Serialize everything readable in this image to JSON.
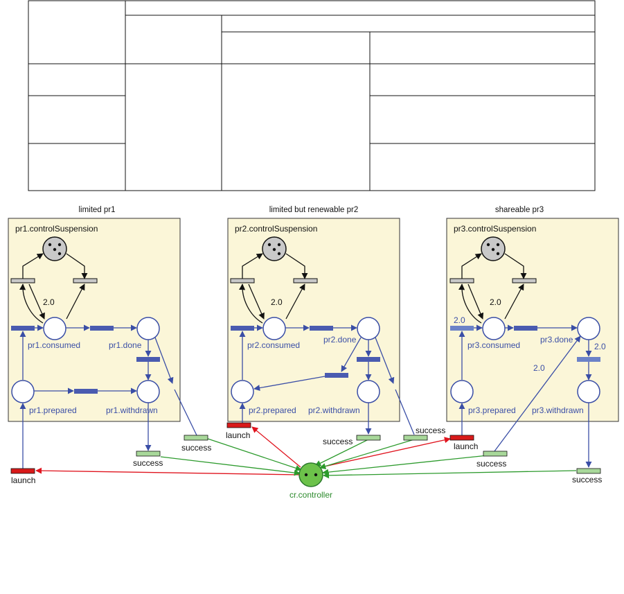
{
  "colors": {
    "panel_fill": "#fbf6d8",
    "arc_blue": "#3a4ea6",
    "arc_green": "#2c9a2c",
    "arc_red": "#e0141e",
    "transition_blue": "#4a5bb0",
    "transition_green": "#a8d89a",
    "transition_red": "#d81a1a",
    "transition_grey": "#c8c8c8",
    "controller_fill": "#6cc24a",
    "resource_place_fill": "#c9c9c9"
  },
  "table": {
    "headers": [],
    "rows": []
  },
  "panels": [
    {
      "heading": "limited pr1",
      "box_title": "pr1.controlSuspension",
      "weight_label": "2.0",
      "consumed": "pr1.consumed",
      "done": "pr1.done",
      "prepared": "pr1.prepared",
      "withdrawn": "pr1.withdrawn"
    },
    {
      "heading": "limited but renewable pr2",
      "box_title": "pr2.controlSuspension",
      "weight_label": "2.0",
      "consumed": "pr2.consumed",
      "done": "pr2.done",
      "prepared": "pr2.prepared",
      "withdrawn": "pr2.withdrawn"
    },
    {
      "heading": "shareable pr3",
      "box_title": "pr3.controlSuspension",
      "weight_label": "2.0",
      "weight_in": "2.0",
      "weight_right": "2.0",
      "weight_diag": "2.0",
      "consumed": "pr3.consumed",
      "done": "pr3.done",
      "prepared": "pr3.prepared",
      "withdrawn": "pr3.withdrawn"
    }
  ],
  "transitions": {
    "launch": "launch",
    "success": "success"
  },
  "controller": "cr.controller"
}
